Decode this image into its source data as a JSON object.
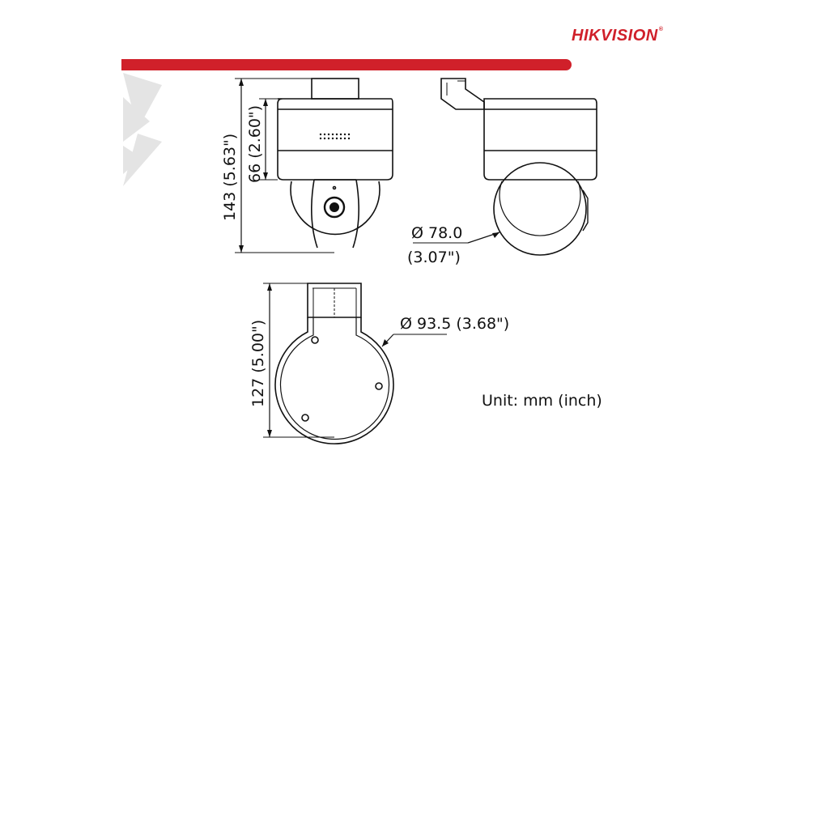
{
  "brand": {
    "name": "HIKVISION",
    "registered_mark": "®",
    "accent_color": "#d0202a"
  },
  "front_view": {
    "total_height_label": "143 (5.63\")",
    "base_height_label": "66 (2.60\")"
  },
  "side_view": {
    "dome_diameter_label_1": "Ø 78.0",
    "dome_diameter_label_2": "(3.07\")"
  },
  "bracket_view": {
    "height_label": "127 (5.00\")",
    "diameter_label": "Ø 93.5 (3.68\")"
  },
  "unit_label": "Unit: mm (inch)"
}
